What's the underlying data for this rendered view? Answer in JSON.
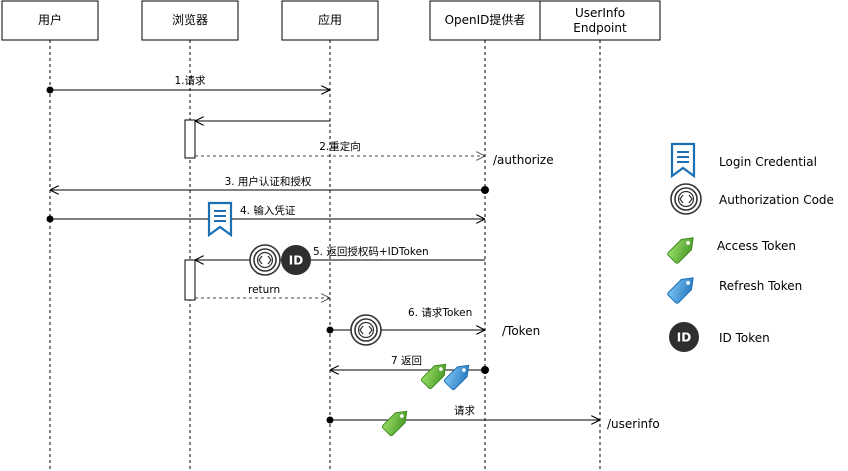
{
  "participants": [
    {
      "key": "user",
      "label": "用户"
    },
    {
      "key": "browser",
      "label": "浏览器"
    },
    {
      "key": "app",
      "label": "应用"
    },
    {
      "key": "openid",
      "label": "OpenID提供者"
    },
    {
      "key": "userinfo",
      "label_line1": "UserInfo",
      "label_line2": "Endpoint"
    }
  ],
  "messages": [
    {
      "key": "m1",
      "label": "1.请求"
    },
    {
      "key": "m2",
      "label": "2.重定向"
    },
    {
      "key": "m3",
      "label": "3. 用户认证和授权"
    },
    {
      "key": "m4",
      "label": "4. 输入凭证"
    },
    {
      "key": "m5",
      "label": "5. 返回授权码+IDToken"
    },
    {
      "key": "m5r",
      "label": "return"
    },
    {
      "key": "m6",
      "label": "6. 请求Token"
    },
    {
      "key": "m7",
      "label": "7 返回"
    },
    {
      "key": "m8",
      "label": "请求"
    }
  ],
  "endpoints": {
    "authorize": "/authorize",
    "token": "/Token",
    "userinfo": "/userinfo"
  },
  "icons": {
    "id_token_text": "ID"
  },
  "legend": [
    {
      "key": "login",
      "icon": "login-credential-icon",
      "label": "Login Credential"
    },
    {
      "key": "authcode",
      "icon": "authorization-code-icon",
      "label": "Authorization Code"
    },
    {
      "key": "access",
      "icon": "access-token-icon",
      "label": "Access Token"
    },
    {
      "key": "refresh",
      "icon": "refresh-token-icon",
      "label": "Refresh Token"
    },
    {
      "key": "idtoken",
      "icon": "id-token-icon",
      "label": "ID Token"
    }
  ],
  "colors": {
    "credential_blue": "#1a6fb5",
    "access_green": "#5fb234",
    "refresh_blue": "#2b8fdc",
    "id_dark": "#2e2e2e",
    "line": "#000000"
  }
}
